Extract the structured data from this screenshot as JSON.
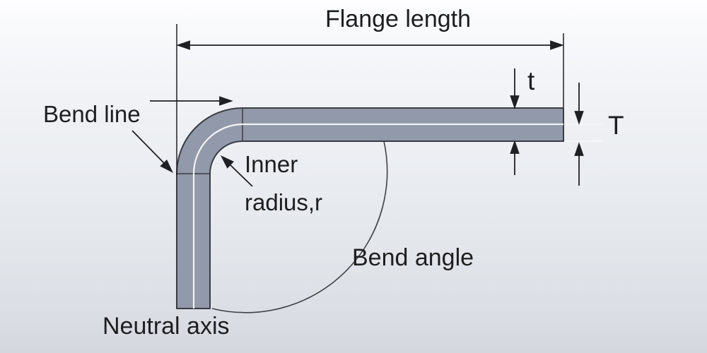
{
  "diagram": {
    "type": "sheet-metal-bend-annotated-diagram",
    "labels": {
      "flange_length": "Flange length",
      "bend_line": "Bend line",
      "inner_radius_line1": "Inner",
      "inner_radius_line2": "radius,r",
      "bend_angle": "Bend angle",
      "neutral_axis": "Neutral axis",
      "thickness_inner": "t",
      "thickness_total": "T"
    },
    "colors": {
      "background_top": "#fdfdfe",
      "background_bottom": "#d4d8de",
      "sheet_fill": "#9299aa",
      "sheet_outline": "#3a3c42",
      "annotation_line": "#1f2023",
      "neutral_axis_line": "#f2f3f5",
      "text": "#1d1e20"
    }
  }
}
